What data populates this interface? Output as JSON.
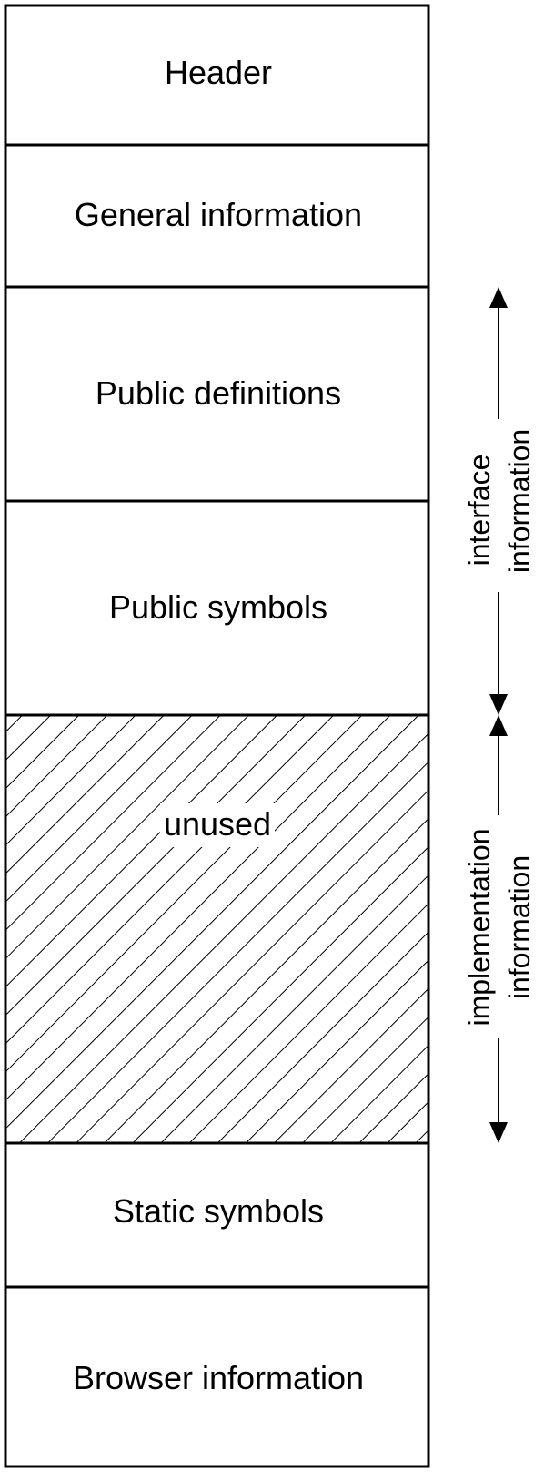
{
  "segments": [
    {
      "label": "Header"
    },
    {
      "label": "General information"
    },
    {
      "label": "Public definitions"
    },
    {
      "label": "Public symbols"
    },
    {
      "label": "unused"
    },
    {
      "label": "Static symbols"
    },
    {
      "label": "Browser information"
    }
  ],
  "annotations": {
    "interface": {
      "line1": "interface",
      "line2": "information"
    },
    "implementation": {
      "line1": "implementation",
      "line2": "information"
    }
  },
  "colors": {
    "stroke": "#000000",
    "background": "#ffffff"
  }
}
